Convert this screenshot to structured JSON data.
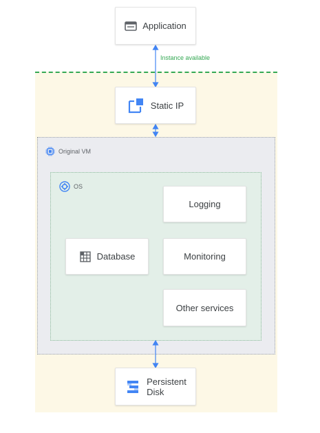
{
  "application": {
    "label": "Application",
    "icon": "browser-window-icon"
  },
  "connection": {
    "label": "Instance available"
  },
  "static_ip": {
    "label": "Static IP",
    "icon": "static-ip-icon"
  },
  "original_vm": {
    "label": "Original VM",
    "icon": "chip-icon"
  },
  "os": {
    "label": "OS",
    "icon": "os-gear-icon"
  },
  "services": {
    "logging": "Logging",
    "monitoring": "Monitoring",
    "other": "Other services"
  },
  "database": {
    "label": "Database",
    "icon": "database-icon"
  },
  "persistent_disk": {
    "line1": "Persistent",
    "line2": "Disk",
    "icon": "persistent-disk-icon"
  },
  "colors": {
    "arrow": "#4285f4",
    "accent_blue": "#4285f4",
    "green_dash": "#34a853",
    "yellow_region": "#fdf8e6",
    "vm_region": "#ebecf0",
    "os_region": "#e3efe8"
  }
}
